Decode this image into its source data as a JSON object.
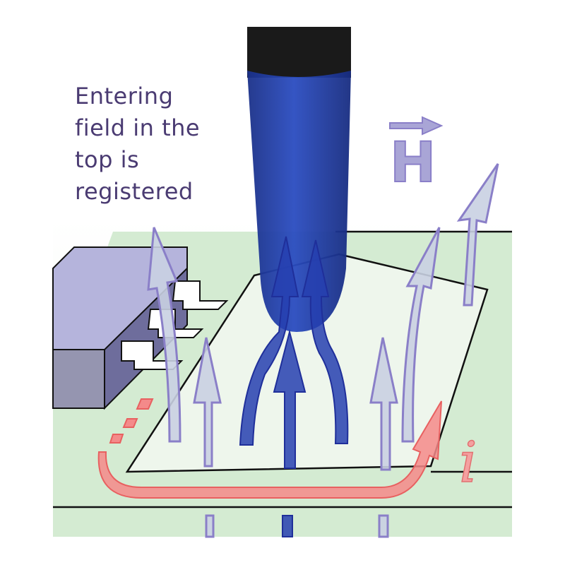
{
  "caption": "Entering field in the top is registered",
  "field_label": "H",
  "current_label": "i",
  "colors": {
    "text": "#4a3b72",
    "probe": "#1f3da0",
    "probe_cap": "#1a1a1a",
    "board": "#d4ebd2",
    "field_arrow_fill": "#c9d0e2",
    "field_arrow_stroke": "#8a7fc8",
    "current": "#f48a8a",
    "chip": "#b5b4dc"
  }
}
